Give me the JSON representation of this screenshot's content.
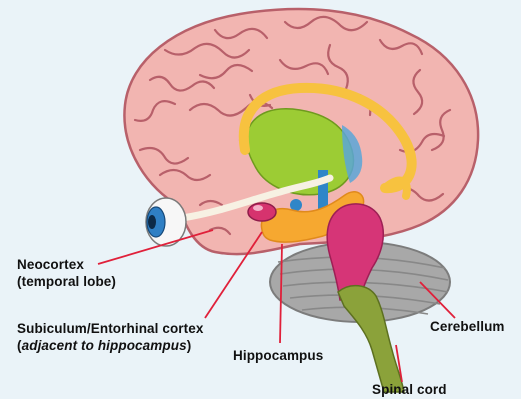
{
  "labels": {
    "neocortex_line1": "Neocortex",
    "neocortex_line2": "(temporal lobe)",
    "subiculum_line1": "Subiculum/Entorhinal cortex",
    "subiculum_paren_open": "(",
    "subiculum_line2": "adjacent to hippocampus",
    "subiculum_paren_close": ")",
    "hippocampus": "Hippocampus",
    "cerebellum": "Cerebellum",
    "spinal_cord": "Spinal cord"
  },
  "colors": {
    "background": "#eaf3f8",
    "cortex": "#f2b5b1",
    "sulcus": "#b8606a",
    "limbic_green": "#9ccc34",
    "fornix_yellow": "#f7c23f",
    "hippocampus_orange": "#f6a830",
    "brainstem_magenta": "#d63577",
    "spinal_green": "#8ba23a",
    "cerebellum_grey": "#a8a8a8",
    "pointer_red": "#e0203a",
    "eye_blue": "#2f7fc4"
  }
}
